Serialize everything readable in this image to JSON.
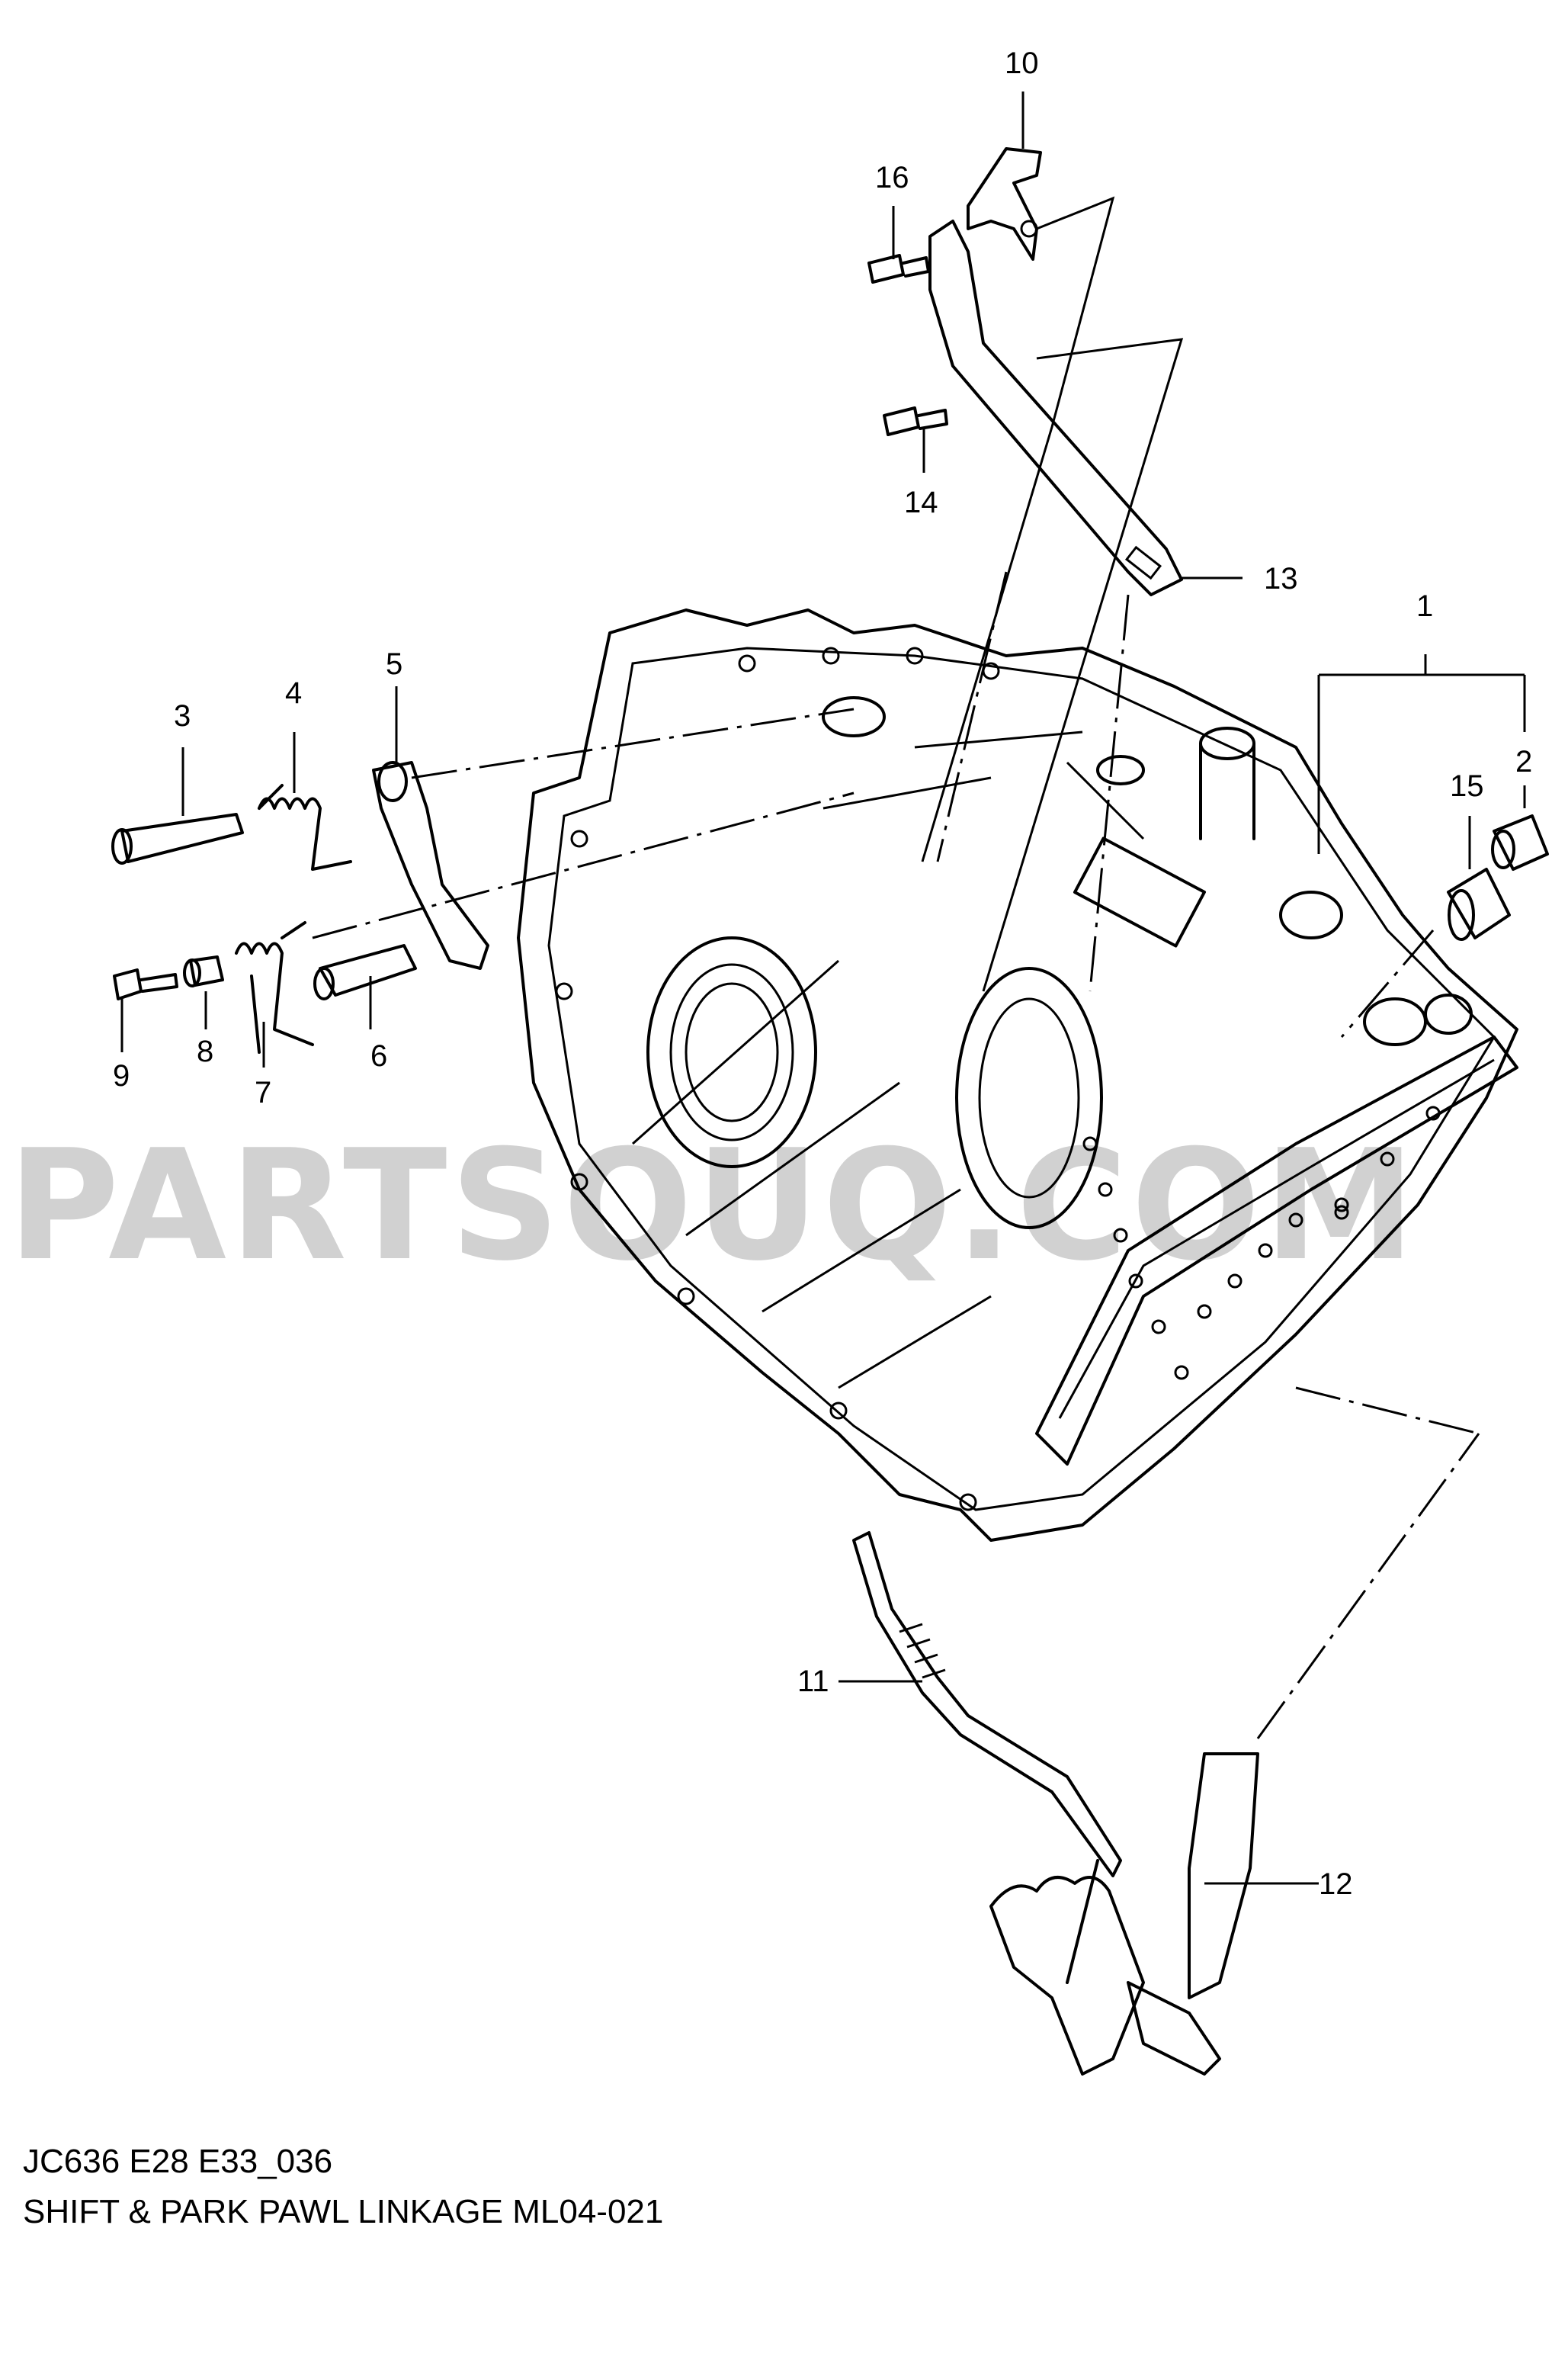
{
  "diagram": {
    "watermark": "PARTSOUQ.COM",
    "callouts": [
      "1",
      "2",
      "3",
      "4",
      "5",
      "6",
      "7",
      "8",
      "9",
      "10",
      "11",
      "12",
      "13",
      "14",
      "15",
      "16"
    ]
  },
  "footer": {
    "code": "JC636 E28 E33_036",
    "title": "SHIFT & PARK PAWL LINKAGE ML04-021"
  }
}
